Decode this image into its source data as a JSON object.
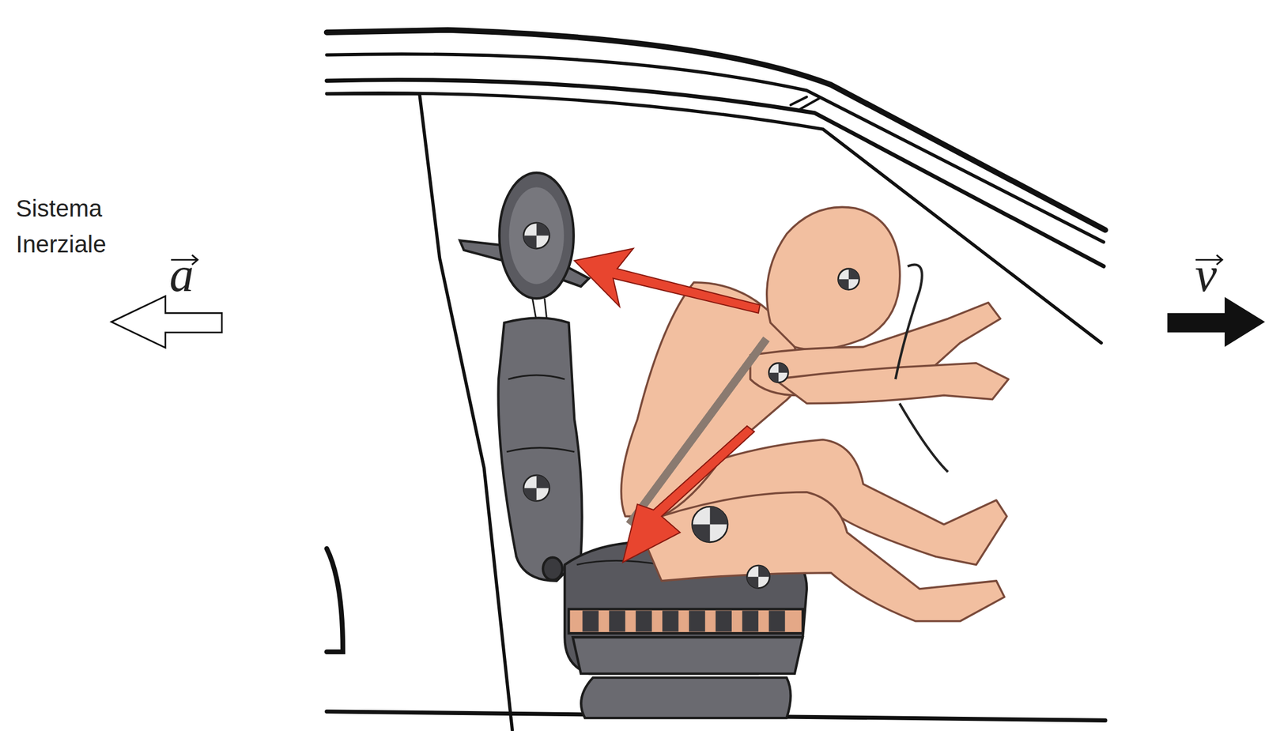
{
  "diagram": {
    "labels": [
      "Sistema Inerziale",
      "a",
      "v"
    ]
  }
}
